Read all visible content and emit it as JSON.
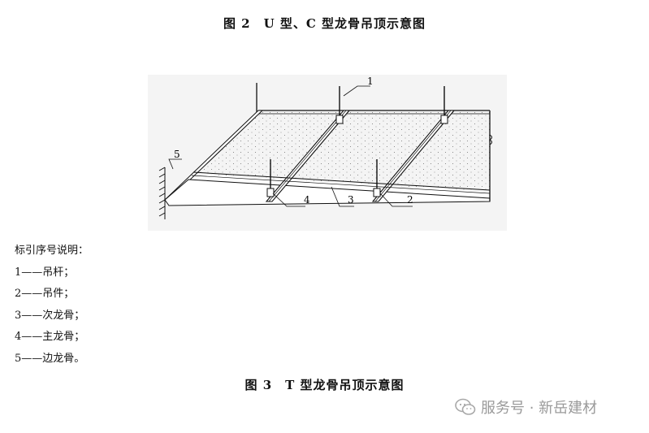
{
  "figure_top_caption": "图 2　U 型、C 型龙骨吊顶示意图",
  "figure": {
    "callouts": [
      "1",
      "2",
      "3",
      "4",
      "5"
    ]
  },
  "legend": {
    "title": "标引序号说明：",
    "items": [
      "1——吊杆；",
      "2——吊件；",
      "3——次龙骨；",
      "4——主龙骨；",
      "5——边龙骨。"
    ]
  },
  "figure_bottom_caption": "图 3　T 型龙骨吊顶示意图",
  "watermark": {
    "icon": "wechat-icon",
    "text": "服务号 · 新岳建材"
  }
}
